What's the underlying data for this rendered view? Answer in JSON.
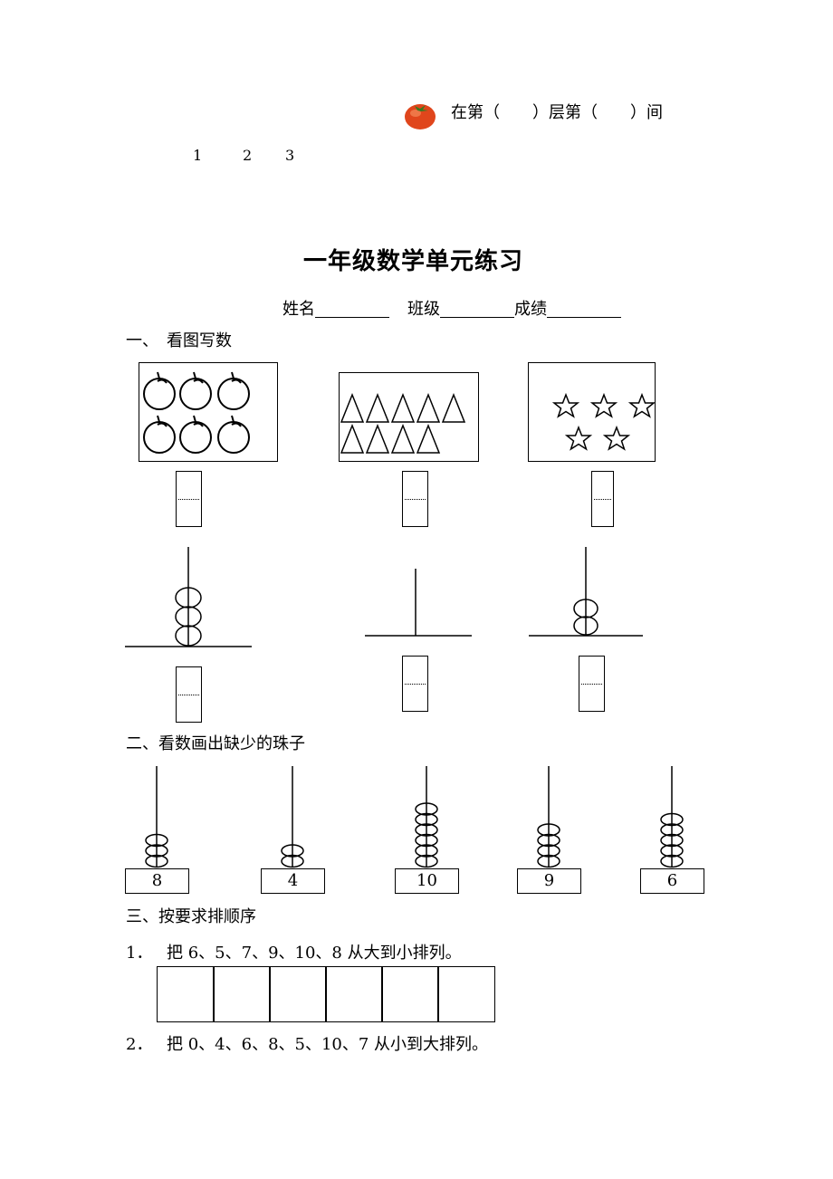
{
  "header": {
    "floor_text": "在第（　　）层第（　　）间",
    "numbers": [
      "1",
      "2",
      "3"
    ]
  },
  "title": "一年级数学单元练习",
  "info": {
    "name_label": "姓名",
    "class_label": "班级",
    "score_label": "成绩"
  },
  "section1": {
    "heading": "一、　看图写数",
    "pictures": [
      {
        "item": "apple",
        "count": 6
      },
      {
        "item": "triangle",
        "count": 9
      },
      {
        "item": "star",
        "count": 5
      }
    ],
    "abacus_beads": [
      3,
      0,
      2
    ]
  },
  "section2": {
    "heading": "二、看数画出缺少的珠子",
    "abacuses": [
      {
        "label": "8",
        "beads": 3
      },
      {
        "label": "4",
        "beads": 2
      },
      {
        "label": "10",
        "beads": 6
      },
      {
        "label": "9",
        "beads": 4
      },
      {
        "label": "6",
        "beads": 5
      }
    ]
  },
  "section3": {
    "heading": "三、按要求排顺序",
    "q1_no": "1．",
    "q1_text": "把 6、5、7、9、10、8 从大到小排列。",
    "q1_boxes": 6,
    "q2_no": "2．",
    "q2_text": "把 0、4、6、8、5、10、7 从小到大排列。"
  }
}
